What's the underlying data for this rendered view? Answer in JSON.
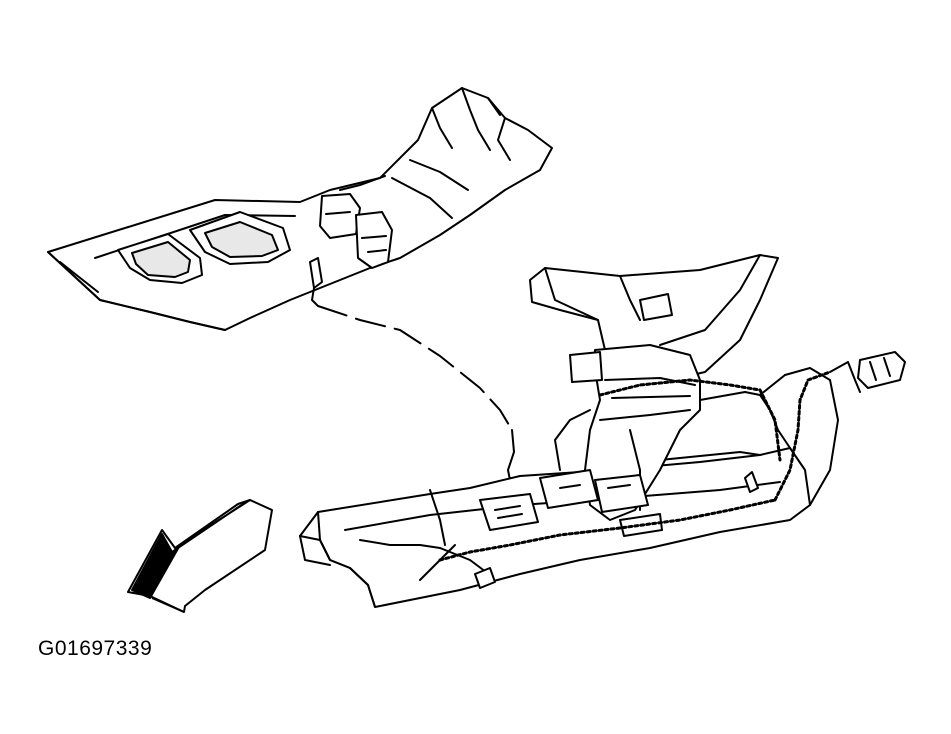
{
  "figure": {
    "code": "G01697339"
  },
  "colors": {
    "ink": "#000000",
    "paper": "#ffffff",
    "shading": "#dcdcdc",
    "arrow_fill": "#000000"
  },
  "parts": [
    {
      "name": "upper-console-trim",
      "role": "console top cover"
    },
    {
      "name": "cup-holder-left",
      "role": "cup holder"
    },
    {
      "name": "cup-holder-right",
      "role": "cup holder"
    },
    {
      "name": "switch-connector",
      "role": "electrical connector"
    },
    {
      "name": "lower-console-base",
      "role": "console base"
    },
    {
      "name": "shifter-assembly",
      "role": "shifter"
    },
    {
      "name": "wiring-harness",
      "role": "wiring"
    },
    {
      "name": "rear-connector",
      "role": "electrical connector"
    },
    {
      "name": "front-direction-arrow",
      "role": "direction arrow"
    }
  ]
}
